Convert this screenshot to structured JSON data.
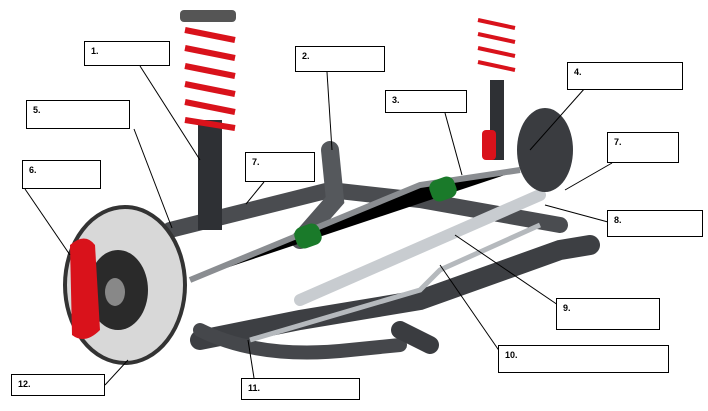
{
  "diagram": {
    "labels": [
      {
        "number": "1.",
        "text": ""
      },
      {
        "number": "2.",
        "text": ""
      },
      {
        "number": "3.",
        "text": ""
      },
      {
        "number": "4.",
        "text": ""
      },
      {
        "number": "5.",
        "text": ""
      },
      {
        "number": "6.",
        "text": ""
      },
      {
        "number": "7.",
        "text": ""
      },
      {
        "number": "7.",
        "text": ""
      },
      {
        "number": "8.",
        "text": ""
      },
      {
        "number": "9.",
        "text": ""
      },
      {
        "number": "10.",
        "text": ""
      },
      {
        "number": "11.",
        "text": ""
      },
      {
        "number": "12.",
        "text": ""
      }
    ],
    "colors": {
      "spring": "#d9121b",
      "caliper": "#d9121b",
      "boot": "#1a7a2a",
      "frame": "#4a4c50",
      "steel": "#c8ccd0"
    }
  }
}
